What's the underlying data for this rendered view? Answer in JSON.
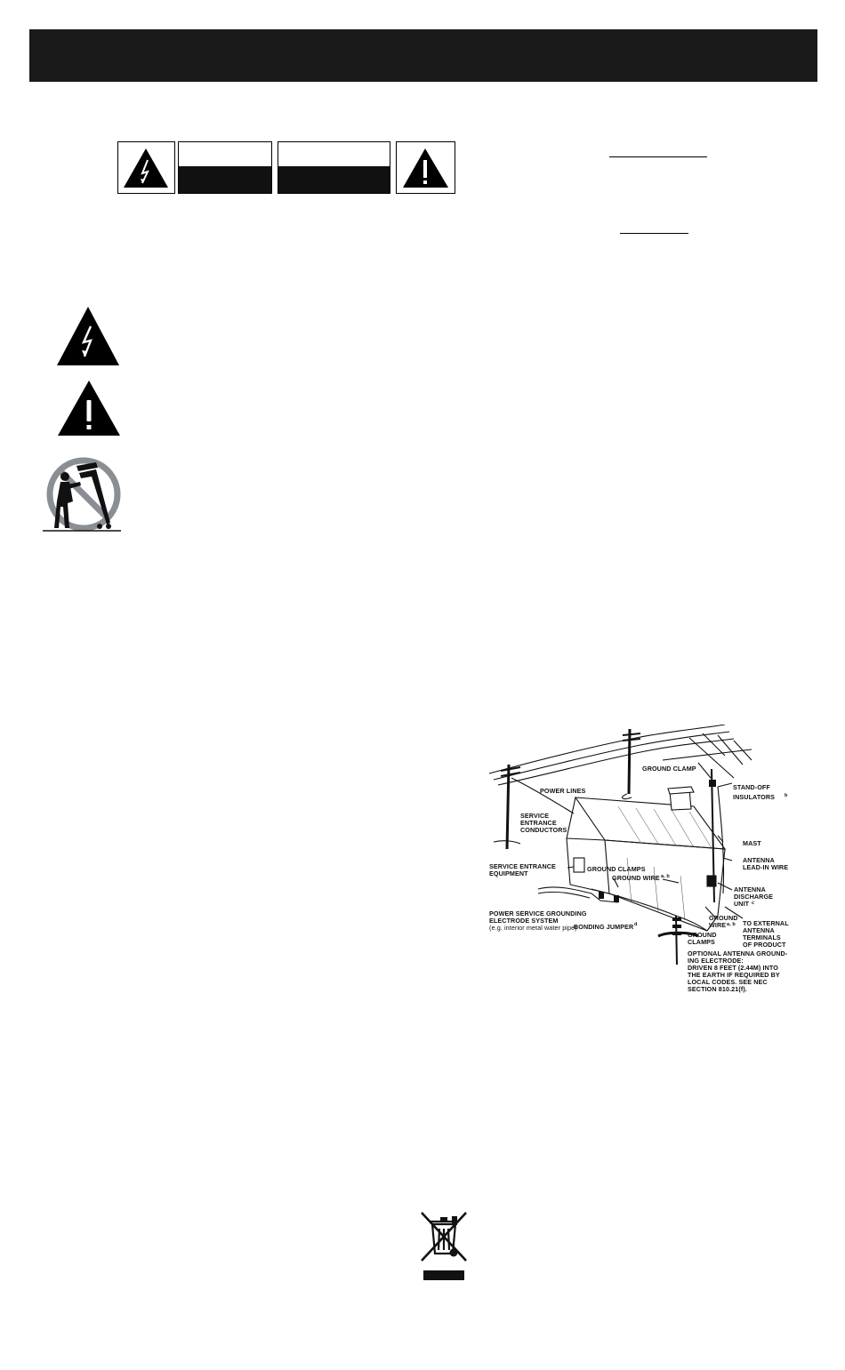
{
  "header": {
    "title": ""
  },
  "diagram": {
    "labels": {
      "power_lines": "POWER LINES",
      "ground_clamp_top": "GROUND CLAMP",
      "standoff_1": "STAND-OFF",
      "standoff_2": "INSULATORS",
      "standoff_sup": "b",
      "service_1": "SERVICE",
      "service_2": "ENTRANCE",
      "service_3": "CONDUCTORS",
      "mast": "MAST",
      "antenna_lead_1": "ANTENNA",
      "antenna_lead_2": "LEAD-IN WIRE",
      "service_equipment_1": "SERVICE ENTRANCE",
      "service_equipment_2": "EQUIPMENT",
      "ground_clamps_mid": "GROUND CLAMPS",
      "ground_wire_mid": "GROUND WIRE",
      "ground_wire_mid_sup": "a, b",
      "discharge_1": "ANTENNA",
      "discharge_2": "DISCHARGE",
      "discharge_3": "UNIT",
      "discharge_sup": "c",
      "power_service_1": "POWER SERVICE GROUNDING",
      "power_service_2": "ELECTRODE SYSTEM",
      "power_service_3": "(e.g. interior metal water pipe)",
      "ground_wire_right_1": "GROUND",
      "ground_wire_right_2": "WIRE",
      "ground_wire_right_sup": "a, b",
      "external_1": "TO EXTERNAL",
      "external_2": "ANTENNA",
      "external_3": "TERMINALS",
      "external_4": "OF PRODUCT",
      "bonding": "BONDING JUMPER",
      "bonding_sup": "d",
      "ground_clamps_bottom_1": "GROUND",
      "ground_clamps_bottom_2": "CLAMPS",
      "optional_1": "OPTIONAL ANTENNA GROUND-",
      "optional_2": "ING ELECTRODE:",
      "optional_3": "DRIVEN 8 FEET (2.44M) INTO",
      "optional_4": "THE EARTH IF REQUIRED BY",
      "optional_5": "LOCAL CODES. SEE NEC",
      "optional_6": "SECTION 810.21(f)."
    }
  }
}
